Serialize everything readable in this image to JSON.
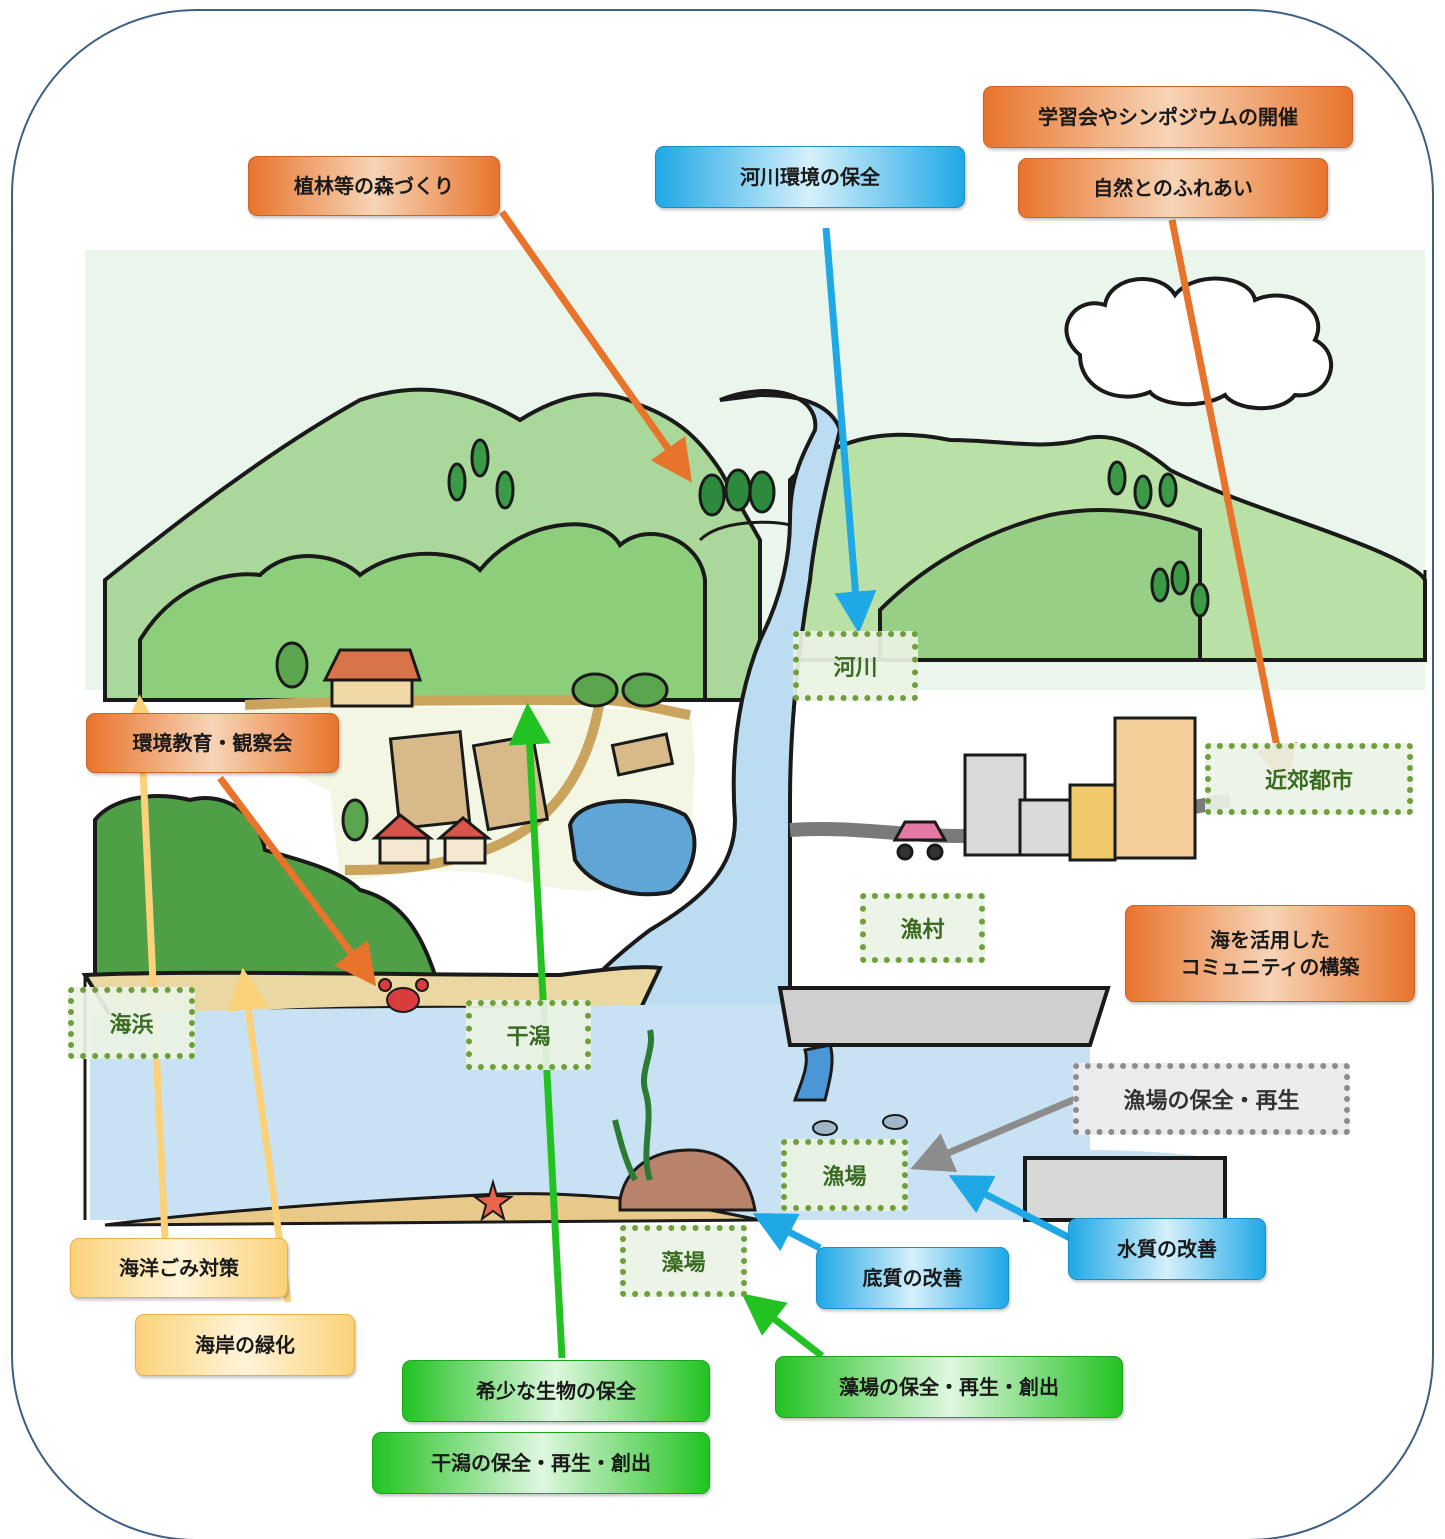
{
  "actions": {
    "forest": "植林等の森づくり",
    "river_env": "河川環境の保全",
    "study": "学習会やシンポジウムの開催",
    "nature": "自然とのふれあい",
    "env_edu": "環境教育・観察会",
    "community": "海を活用した\nコミュニティの構築",
    "fishery": "漁場の保全・再生",
    "water": "水質の改善",
    "sediment": "底質の改善",
    "seagrass": "藻場の保全・再生・創出",
    "rare": "希少な生物の保全",
    "tidal": "干潟の保全・再生・創出",
    "litter": "海洋ごみ対策",
    "coast_green": "海岸の緑化"
  },
  "places": {
    "river": "河川",
    "suburb": "近郊都市",
    "village": "漁村",
    "beach": "海浜",
    "tideflat": "干潟",
    "fishing": "漁場",
    "seagrass_bed": "藻場"
  },
  "colors": {
    "orange": "#e8742c",
    "blue": "#1fa8e6",
    "green": "#22c222",
    "yellow": "#fbd27a",
    "gray_arrow": "#8c8c8c",
    "frame": "#3d5f85"
  }
}
